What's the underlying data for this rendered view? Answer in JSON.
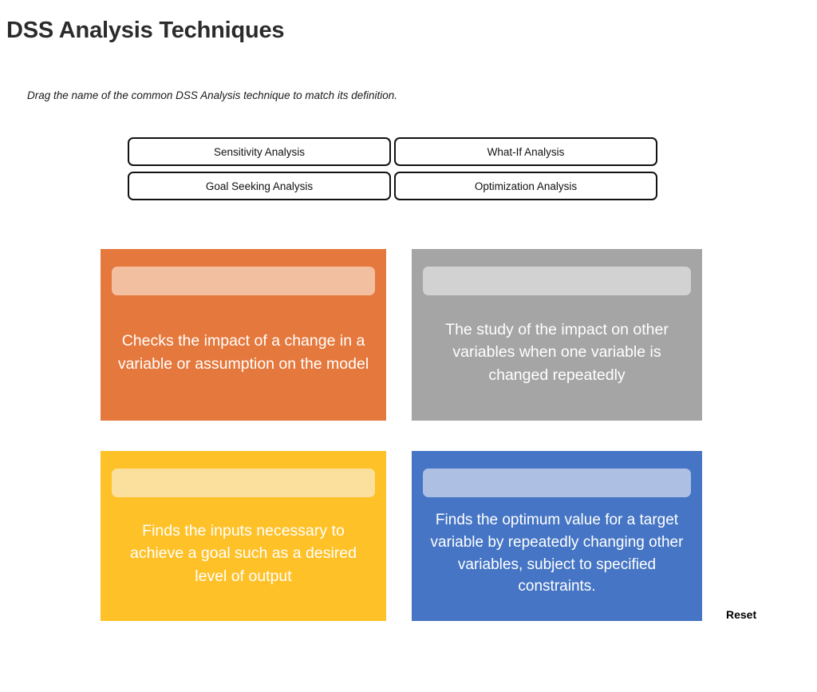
{
  "page": {
    "title": "DSS Analysis Techniques",
    "instructions": "Drag the name of the common DSS Analysis technique to match its definition."
  },
  "chips": [
    {
      "label": "Sensitivity Analysis"
    },
    {
      "label": "What-If Analysis"
    },
    {
      "label": "Goal Seeking Analysis"
    },
    {
      "label": "Optimization Analysis"
    }
  ],
  "cards": [
    {
      "id": "card-orange",
      "color": "#e5783c",
      "dropzone_color": "#f2c0a1",
      "dropzone_value": "",
      "definition": "Checks the impact of a change in a variable or assumption on the model"
    },
    {
      "id": "card-gray",
      "color": "#a5a5a5",
      "dropzone_color": "#d2d2d2",
      "dropzone_value": "",
      "definition": "The study of the impact on other variables when one variable is changed repeatedly"
    },
    {
      "id": "card-yellow",
      "color": "#ffc128",
      "dropzone_color": "#fbdf9d",
      "dropzone_value": "",
      "definition": "Finds the inputs necessary to achieve a goal such as a desired level of output"
    },
    {
      "id": "card-blue",
      "color": "#4575c4",
      "dropzone_color": "#adc0e4",
      "dropzone_value": "",
      "definition": "Finds the optimum value for a target variable by repeatedly changing other variables, subject to specified constraints."
    }
  ],
  "reset": {
    "label": "Reset"
  }
}
